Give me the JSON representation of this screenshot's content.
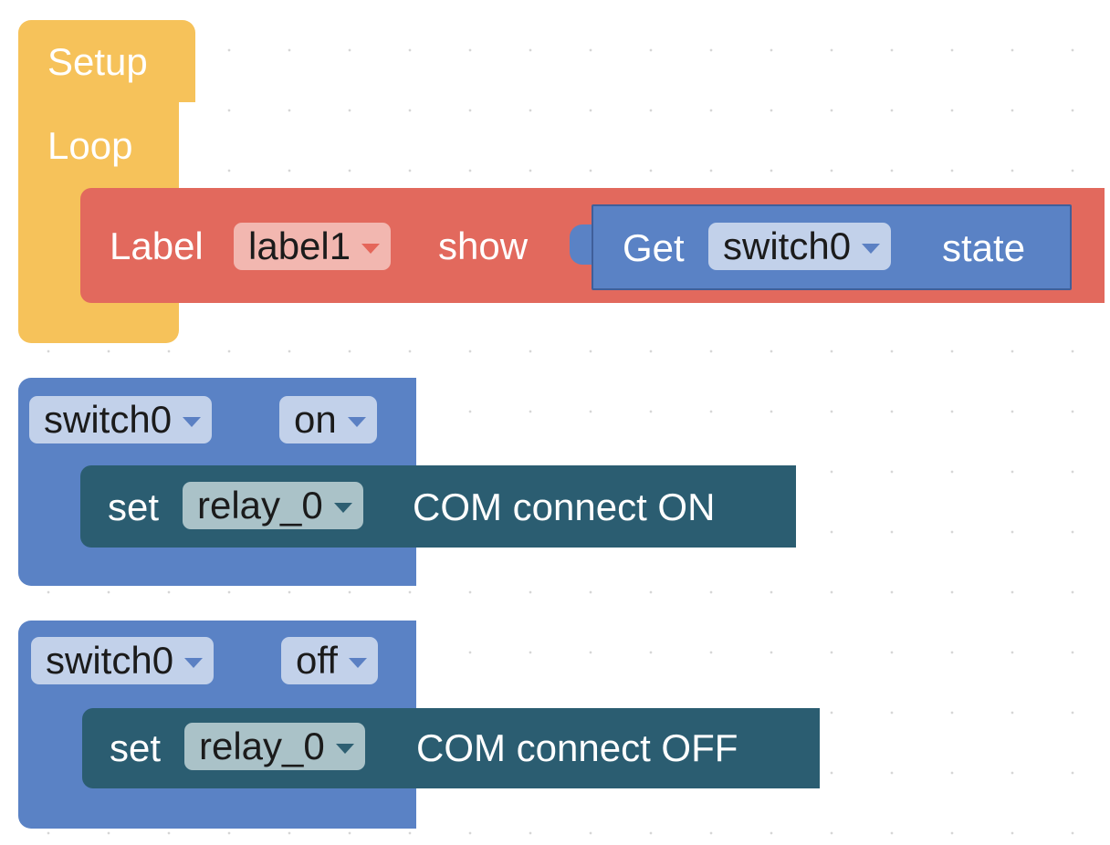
{
  "workspace": {
    "blocks": {
      "setup_loop": {
        "setup_label": "Setup",
        "loop_label": "Loop",
        "color": "#f6c25a"
      },
      "label_show": {
        "prefix": "Label",
        "label_dropdown": "label1",
        "middle": "show",
        "color": "#e2695d",
        "get_state": {
          "prefix": "Get",
          "switch_dropdown": "switch0",
          "suffix": "state",
          "color": "#5a82c5"
        }
      },
      "switch_on_event": {
        "switch_dropdown": "switch0",
        "state_dropdown": "on",
        "color": "#5a82c5",
        "action": {
          "prefix": "set",
          "relay_dropdown": "relay_0",
          "suffix": "COM connect ON",
          "color": "#2b5d71"
        }
      },
      "switch_off_event": {
        "switch_dropdown": "switch0",
        "state_dropdown": "off",
        "color": "#5a82c5",
        "action": {
          "prefix": "set",
          "relay_dropdown": "relay_0",
          "suffix": "COM connect OFF",
          "color": "#2b5d71"
        }
      }
    }
  },
  "icons": {
    "dropdown_caret": "chevron-down-icon"
  }
}
